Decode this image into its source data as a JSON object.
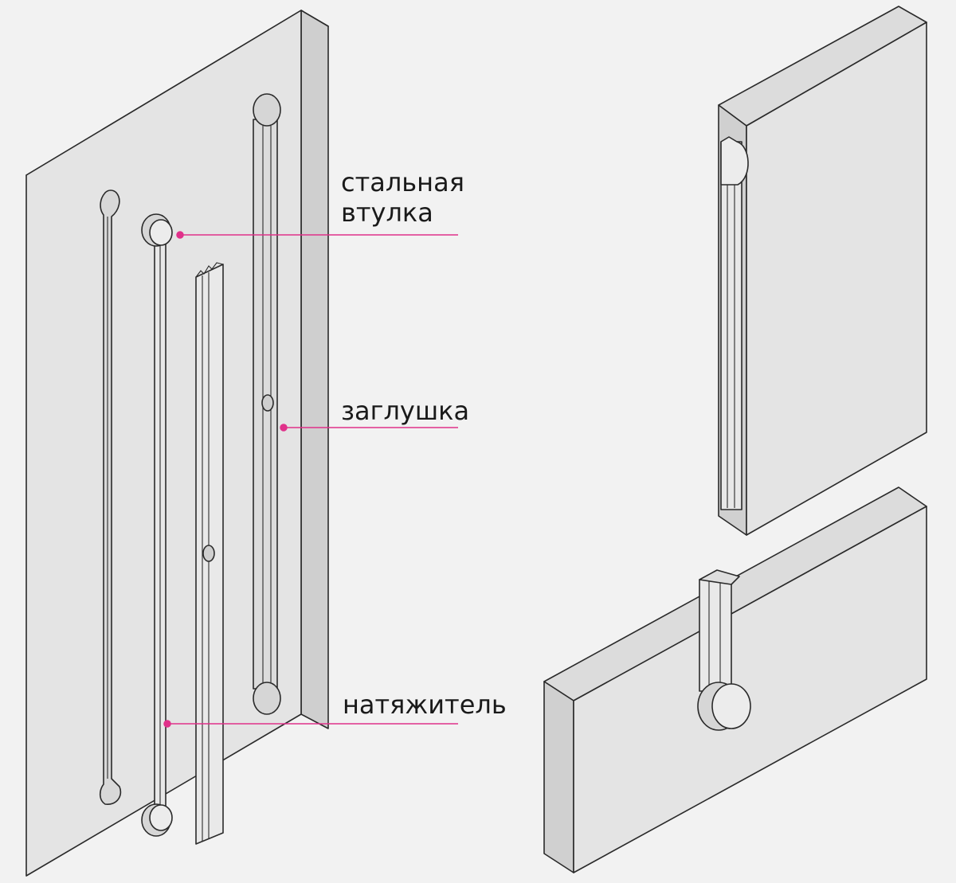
{
  "labels": {
    "bushing_line1": "стальная",
    "bushing_line2": "втулка",
    "plug": "заглушка",
    "tensioner": "натяжитель"
  },
  "colors": {
    "background": "#f2f2f2",
    "panel_face": "#e4e4e4",
    "panel_side": "#d2d2d2",
    "panel_top": "#dcdcdc",
    "outline": "#2a2a2a",
    "leader": "#e0318a"
  }
}
